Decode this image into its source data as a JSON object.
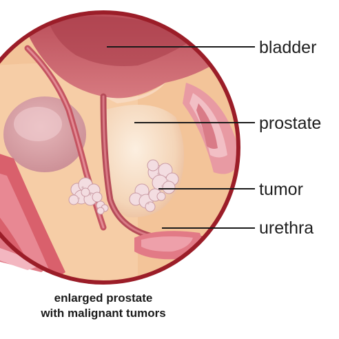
{
  "labels": {
    "bladder": "bladder",
    "prostate": "prostate",
    "tumor": "tumor",
    "urethra": "urethra"
  },
  "caption": {
    "line1": "enlarged prostate",
    "line2": "with malignant tumors"
  },
  "colors": {
    "circle_border": "#9b1d28",
    "background_tissue": "#f3c499",
    "bladder": "#c7606a",
    "prostate": "#f7dfc4",
    "tumor": "#f2dde0",
    "urethra": "#b94f5c",
    "leader_line": "#1a1a1a"
  }
}
